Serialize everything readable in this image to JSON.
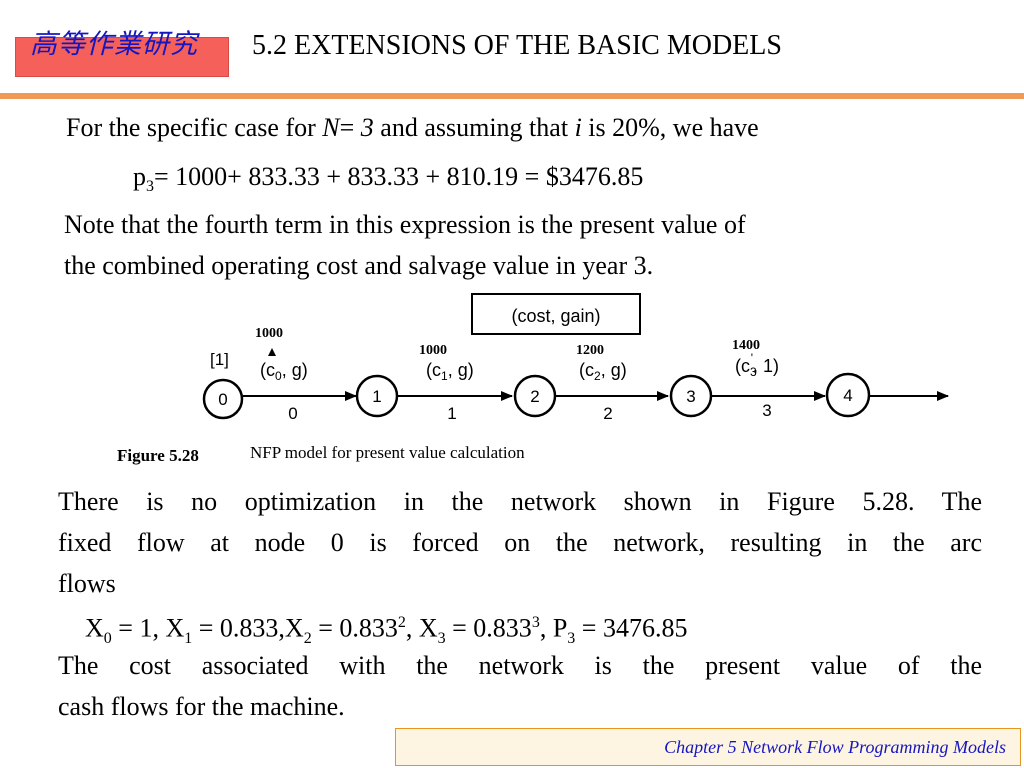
{
  "header": {
    "brand": "高等作業研究",
    "title": "5.2 EXTENSIONS OF THE BASIC MODELS"
  },
  "intro": {
    "text_before": "For the specific case for ",
    "n_var": "N",
    "n_eq": "= ",
    "n_value": "3",
    "text_mid": " and assuming that ",
    "i_var": "i",
    "text_after": " is 20%, we have"
  },
  "equation1": {
    "p": "p",
    "p_sub": "3",
    "rhs": "= 1000+ 833.33 + 833.33 + 810.19 = $3476.85"
  },
  "note": {
    "line1": "Note that the fourth term in this expression is the present value of",
    "line2": "the combined operating cost and salvage value in year 3."
  },
  "figure": {
    "legend": "(cost, gain)",
    "supply_label": "[1]",
    "caption_number": "Figure 5.28",
    "caption_text": "NFP model for present value calculation",
    "nodes": [
      "0",
      "1",
      "2",
      "3",
      "4"
    ],
    "arc_indices": [
      "0",
      "1",
      "2",
      "3"
    ],
    "arc_annotations": [
      {
        "open": "(c",
        "sub": "0",
        "close": ", g)",
        "sup": ""
      },
      {
        "open": "(c",
        "sub": "1",
        "close": ", g)",
        "sup": ""
      },
      {
        "open": "(c",
        "sub": "2",
        "close": ", g)",
        "sup": ""
      },
      {
        "open": "(c",
        "sub": "3",
        "close": ", 1)",
        "sup": "'"
      }
    ],
    "cost_values": [
      "1000",
      "1000",
      "1200",
      "1400"
    ],
    "colors": {
      "cost_value": "#c0137a",
      "node_stroke": "#000000",
      "legend_stroke": "#000000"
    }
  },
  "discussion": {
    "line1": "There is no optimization in the network shown in Figure  5.28.  The",
    "line2": "fixed flow at node 0 is forced on the  network, resulting  in  the  arc",
    "line3": "flows"
  },
  "equation2": {
    "x0": "X",
    "x0_sub": "0",
    "x0_val": " = 1, ",
    "x1": "X",
    "x1_sub": "1",
    "x1_val": " = 0.833,",
    "x2": "X",
    "x2_sub": "2",
    "x2_val": " = 0.833",
    "x2_sup": "2",
    "sep1": ", ",
    "x3": "X",
    "x3_sub": "3",
    "x3_val": " = 0.833",
    "x3_sup": "3",
    "sep2": ", ",
    "p3": "P",
    "p3_sub": "3",
    "p3_val": " = 3476.85"
  },
  "conclusion": {
    "line1": "The cost associated with  the  network  is the  present  value  of  the",
    "line2": "cash flows for the machine."
  },
  "footer": {
    "text": "Chapter 5  Network Flow  Programming Models"
  },
  "theme": {
    "brand_box": "#f5605a",
    "brand_text": "#1616c0",
    "title_rule": "#f09a58",
    "footer_bg": "#fdf5e2",
    "footer_border": "#e8951f",
    "footer_text": "#1616c0"
  }
}
